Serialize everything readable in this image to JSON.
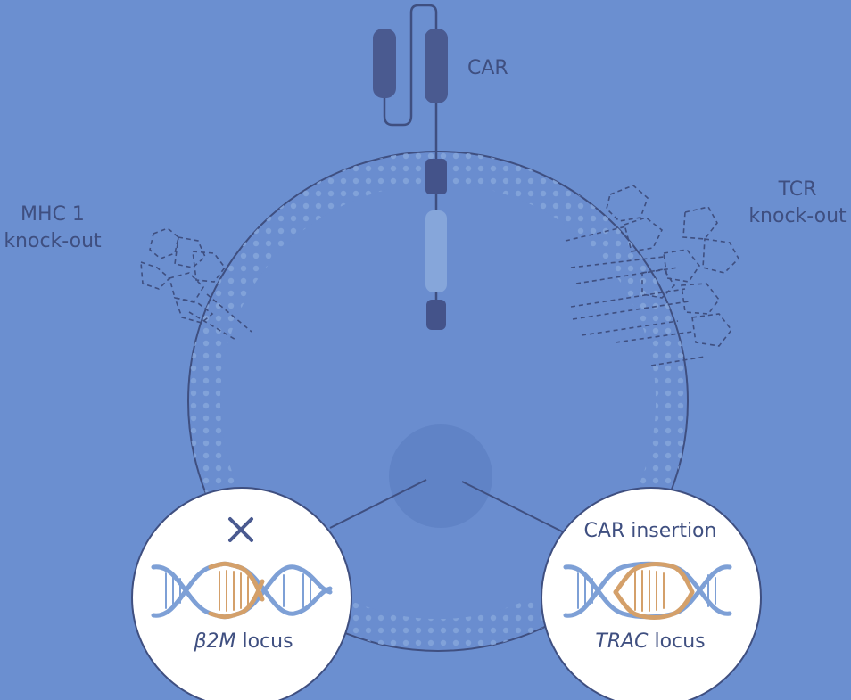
{
  "labels": {
    "car": "CAR",
    "mhc_line1": "MHC 1",
    "mhc_line2": "knock-out",
    "tcr_line1": "TCR",
    "tcr_line2": "knock-out",
    "b2m_prefix": "β2M",
    "b2m_suffix": " locus",
    "car_insertion": "CAR insertion",
    "trac_prefix": "TRAC",
    "trac_suffix": " locus"
  },
  "icons": {
    "knockout_mark": "x-mark-icon",
    "dna": "dna-helix-icon"
  },
  "colors": {
    "background": "#6b8fd0",
    "cell_outline": "#3f4f80",
    "receptor_fill": "#4a5a90",
    "dna_blue": "#7ea0d6",
    "dna_orange": "#d4a06a",
    "inset_fill": "#ffffff"
  }
}
